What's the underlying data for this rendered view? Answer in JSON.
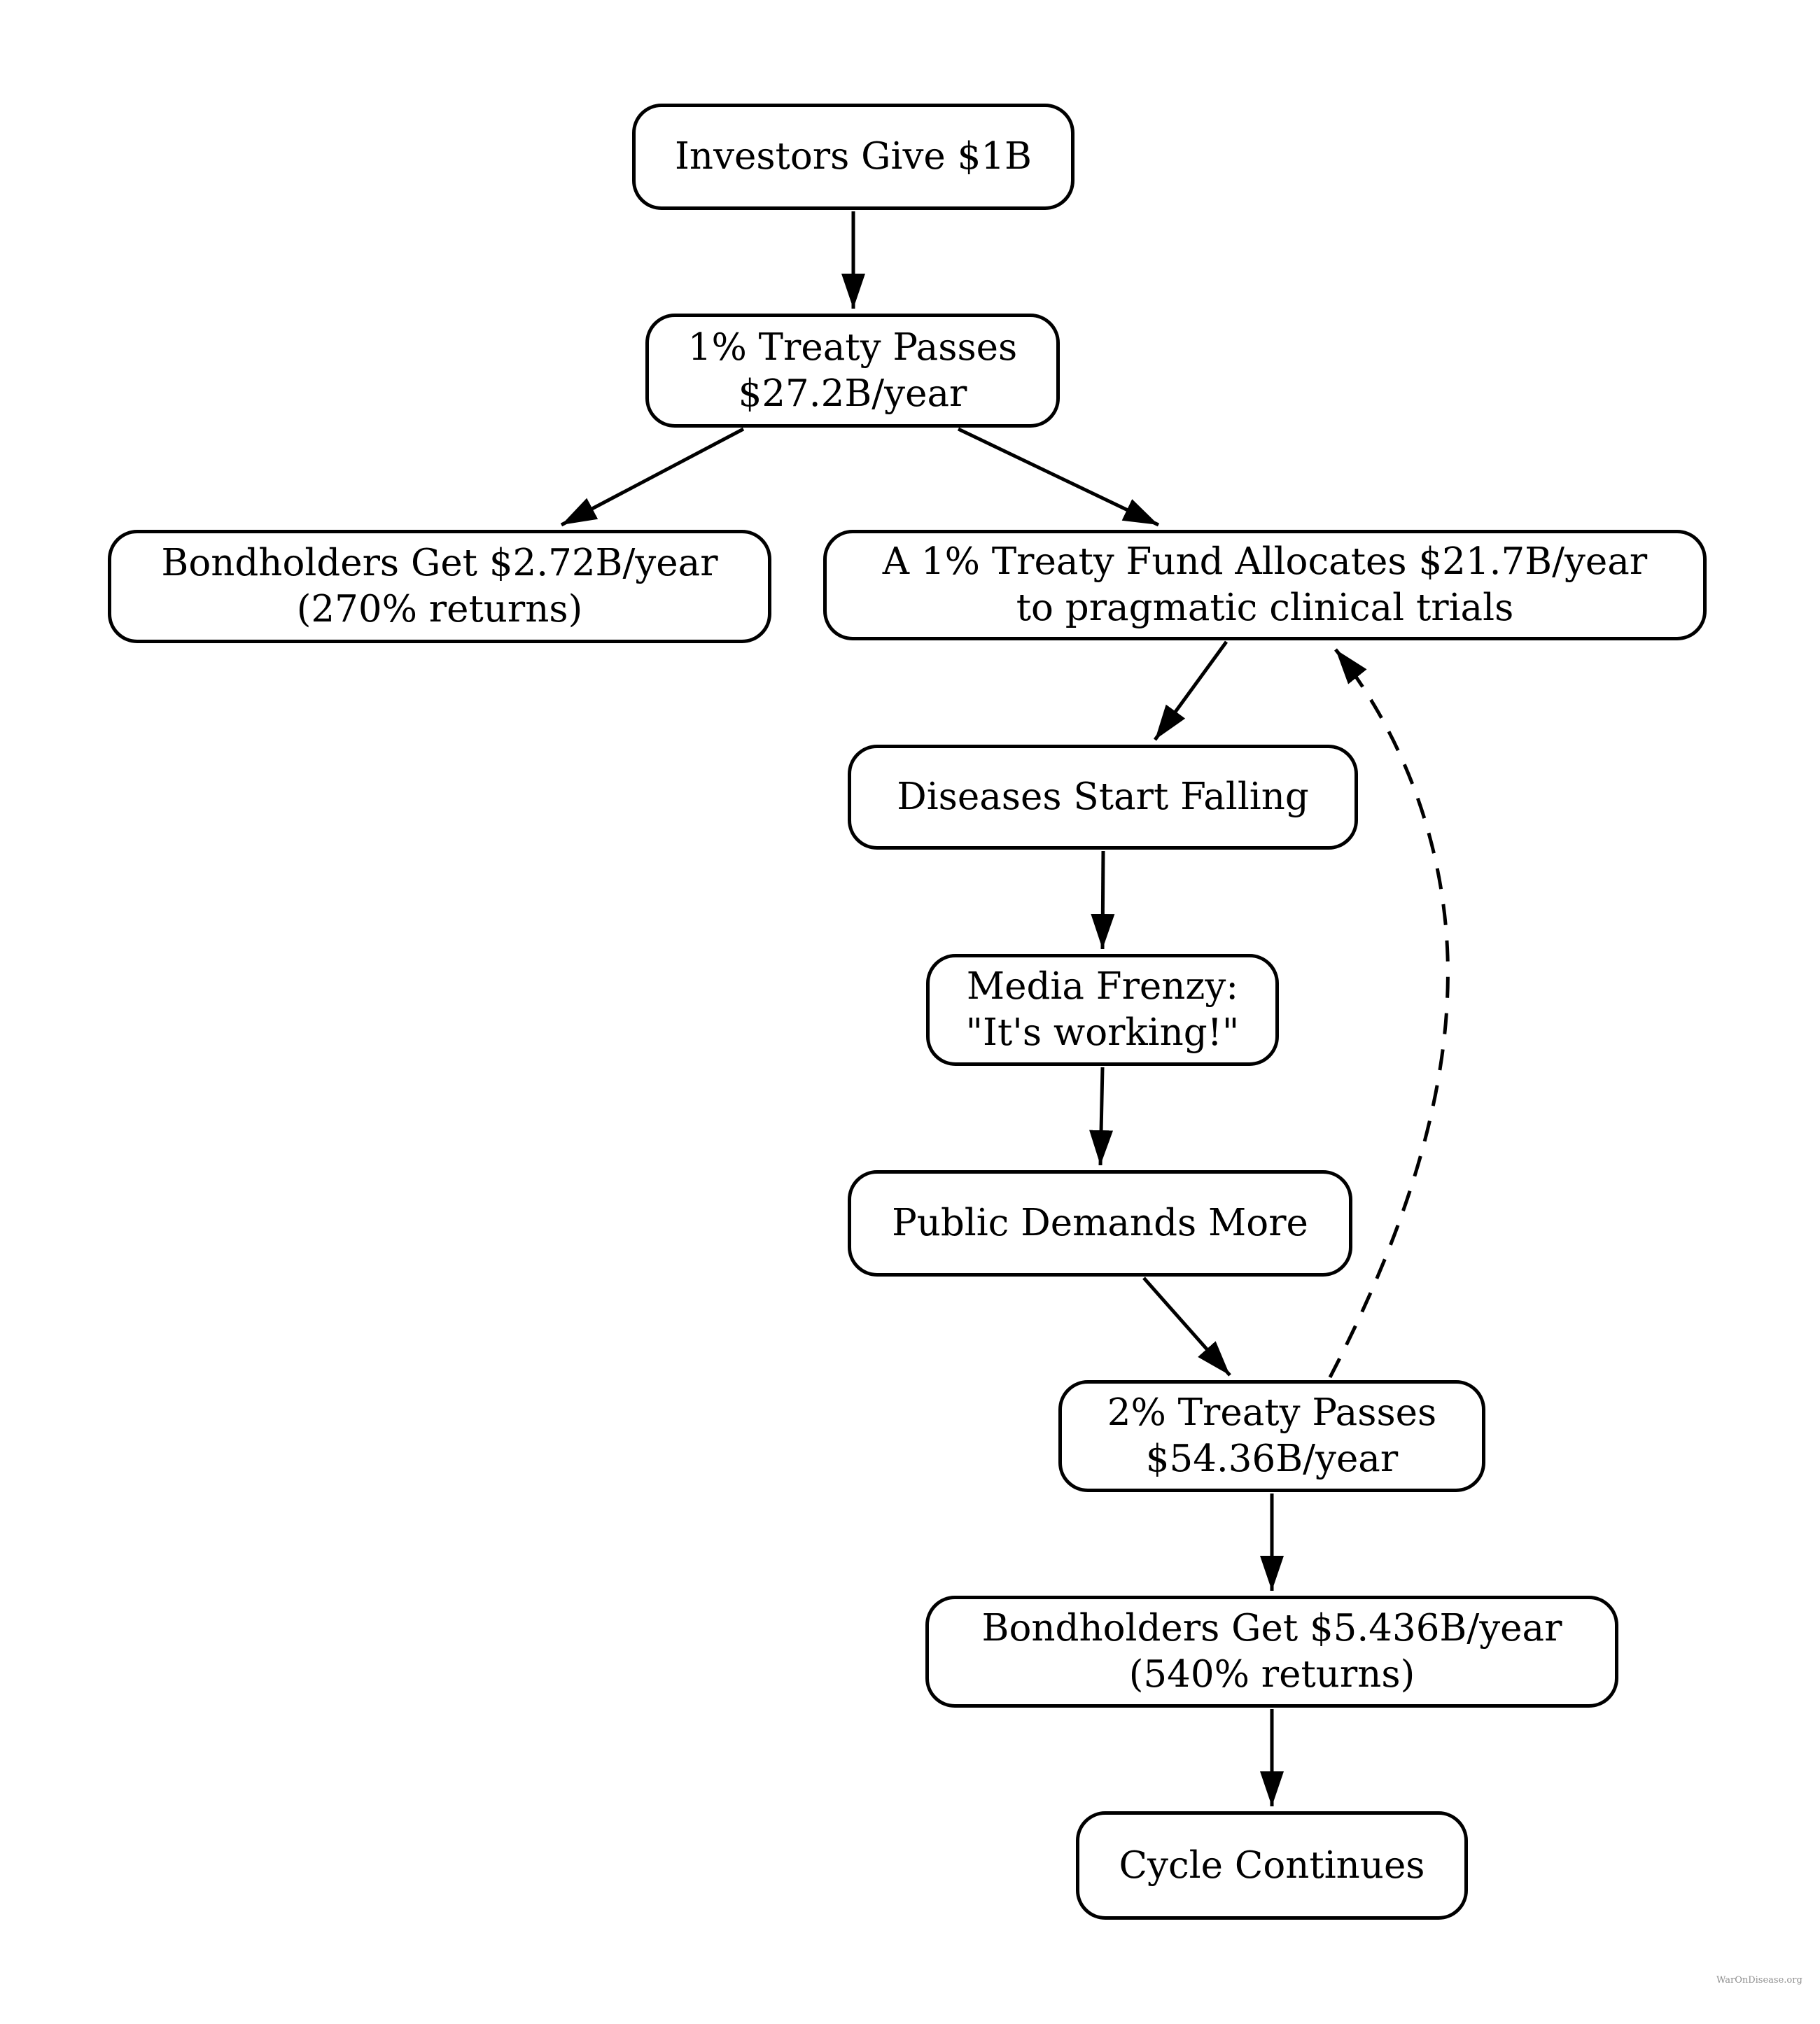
{
  "diagram": {
    "title_hint": "flowchart",
    "background_color": "#ffffff",
    "node_fill": "#ffffff",
    "node_stroke": "#000000",
    "text_color": "#000000",
    "watermark": "WarOnDisease.org",
    "watermark_color": "#8f8f8f"
  },
  "nodes": {
    "investors": {
      "lines": [
        "Investors Give $1B"
      ]
    },
    "treaty1": {
      "lines": [
        "1% Treaty Passes",
        "$27.2B/year"
      ]
    },
    "bondholders1": {
      "lines": [
        "Bondholders Get $2.72B/year",
        "(270% returns)"
      ]
    },
    "fund": {
      "lines": [
        "A 1% Treaty Fund Allocates $21.7B/year",
        "to pragmatic clinical trials"
      ]
    },
    "diseases": {
      "lines": [
        "Diseases Start Falling"
      ]
    },
    "media": {
      "lines": [
        "Media Frenzy:",
        "\"It's working!\""
      ]
    },
    "public": {
      "lines": [
        "Public Demands More"
      ]
    },
    "treaty2": {
      "lines": [
        "2% Treaty Passes",
        "$54.36B/year"
      ]
    },
    "bondholders2": {
      "lines": [
        "Bondholders Get $5.436B/year",
        "(540% returns)"
      ]
    },
    "cycle": {
      "lines": [
        "Cycle Continues"
      ]
    }
  },
  "edges": [
    {
      "from": "investors",
      "to": "treaty1",
      "style": "solid"
    },
    {
      "from": "treaty1",
      "to": "bondholders1",
      "style": "solid"
    },
    {
      "from": "treaty1",
      "to": "fund",
      "style": "solid"
    },
    {
      "from": "fund",
      "to": "diseases",
      "style": "solid"
    },
    {
      "from": "diseases",
      "to": "media",
      "style": "solid"
    },
    {
      "from": "media",
      "to": "public",
      "style": "solid"
    },
    {
      "from": "public",
      "to": "treaty2",
      "style": "solid"
    },
    {
      "from": "treaty2",
      "to": "fund",
      "style": "dashed"
    },
    {
      "from": "treaty2",
      "to": "bondholders2",
      "style": "solid"
    },
    {
      "from": "bondholders2",
      "to": "cycle",
      "style": "solid"
    }
  ]
}
